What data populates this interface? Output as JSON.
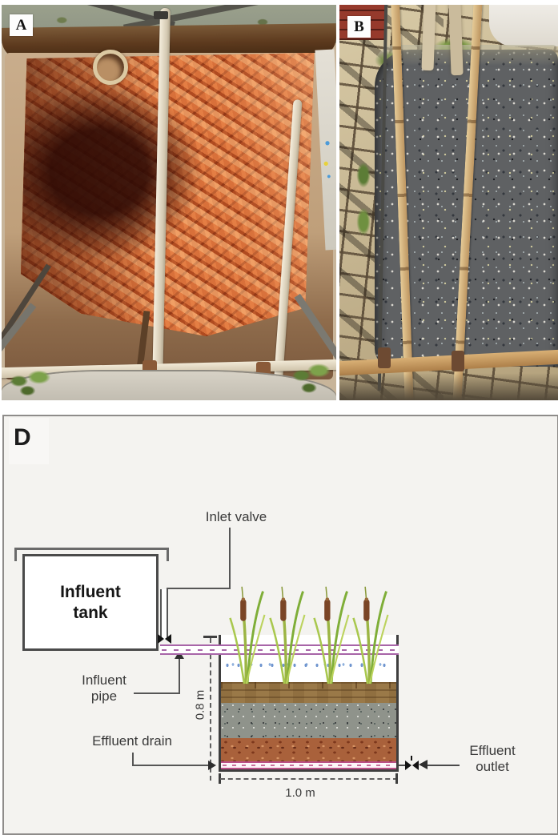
{
  "figure": {
    "panel_a_label": "A",
    "panel_b_label": "B",
    "panel_d_label": "D"
  },
  "diagram": {
    "inlet_valve_label": "Inlet valve",
    "influent_tank_label": "Influent\ntank",
    "influent_pipe_label": "Influent\npipe",
    "effluent_drain_label": "Effluent drain",
    "effluent_outlet_label": "Effluent\noutlet",
    "bed_height": "0.8 m",
    "bed_width": "1.0 m"
  },
  "icons": {
    "inlet_valve": "valve-bowtie",
    "outlet_valve": "valve-bowtie",
    "water": "droplet-row",
    "plants": "cattail"
  },
  "colors": {
    "panel-bg": "#f4f3f0",
    "pipe-pink": "#a865a8",
    "drain-pink": "#bb4f86",
    "droplet-blue": "#6f95cf",
    "soil-brown": "#9c7a48",
    "gravel-gray": "#8f938b",
    "brick-red": "#a9613b",
    "wall-dark": "#3e3e3e"
  }
}
